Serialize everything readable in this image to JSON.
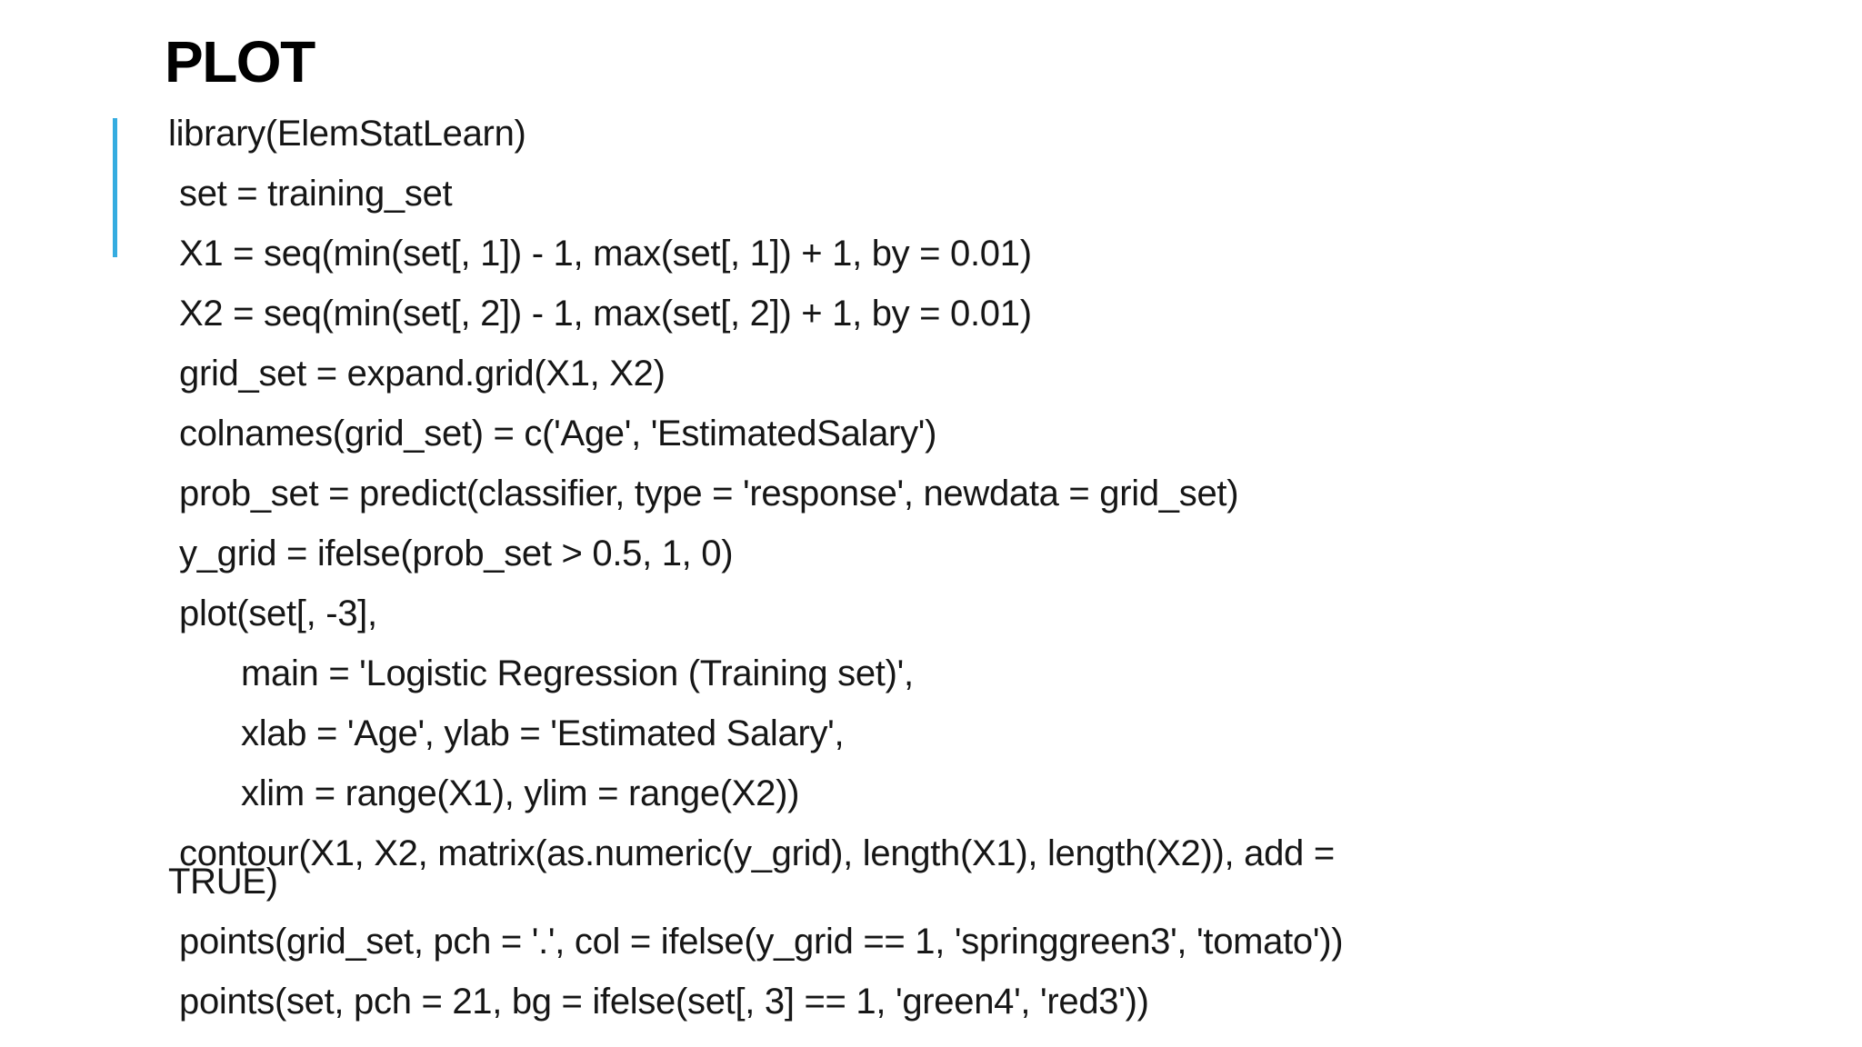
{
  "slide": {
    "title": "PLOT",
    "accent_color": "#35ace0",
    "code_lines": [
      {
        "text": "library(ElemStatLearn)",
        "indent": 0
      },
      {
        "text": "set = training_set",
        "indent": 1
      },
      {
        "text": "X1 = seq(min(set[, 1]) - 1, max(set[, 1]) + 1, by = 0.01)",
        "indent": 1
      },
      {
        "text": "X2 = seq(min(set[, 2]) - 1, max(set[, 2]) + 1, by = 0.01)",
        "indent": 1
      },
      {
        "text": "grid_set = expand.grid(X1, X2)",
        "indent": 1
      },
      {
        "text": "colnames(grid_set) = c('Age', 'EstimatedSalary')",
        "indent": 1
      },
      {
        "text": "prob_set = predict(classifier, type = 'response', newdata = grid_set)",
        "indent": 1
      },
      {
        "text": "y_grid = ifelse(prob_set > 0.5, 1, 0)",
        "indent": 1
      },
      {
        "text": "plot(set[, -3],",
        "indent": 1
      },
      {
        "text": "main = 'Logistic Regression (Training set)',",
        "indent": 2
      },
      {
        "text": "xlab = 'Age', ylab = 'Estimated Salary',",
        "indent": 2
      },
      {
        "text": "xlim = range(X1), ylim = range(X2))",
        "indent": 2
      },
      {
        "text": "contour(X1, X2, matrix(as.numeric(y_grid), length(X1), length(X2)), add =",
        "indent": 1
      },
      {
        "text": "TRUE)",
        "indent": 0,
        "wrap_continuation": true
      },
      {
        "text": "points(grid_set, pch = '.', col = ifelse(y_grid == 1, 'springgreen3', 'tomato'))",
        "indent": 1
      },
      {
        "text": "points(set, pch = 21, bg = ifelse(set[, 3] == 1, 'green4', 'red3'))",
        "indent": 1
      }
    ]
  }
}
